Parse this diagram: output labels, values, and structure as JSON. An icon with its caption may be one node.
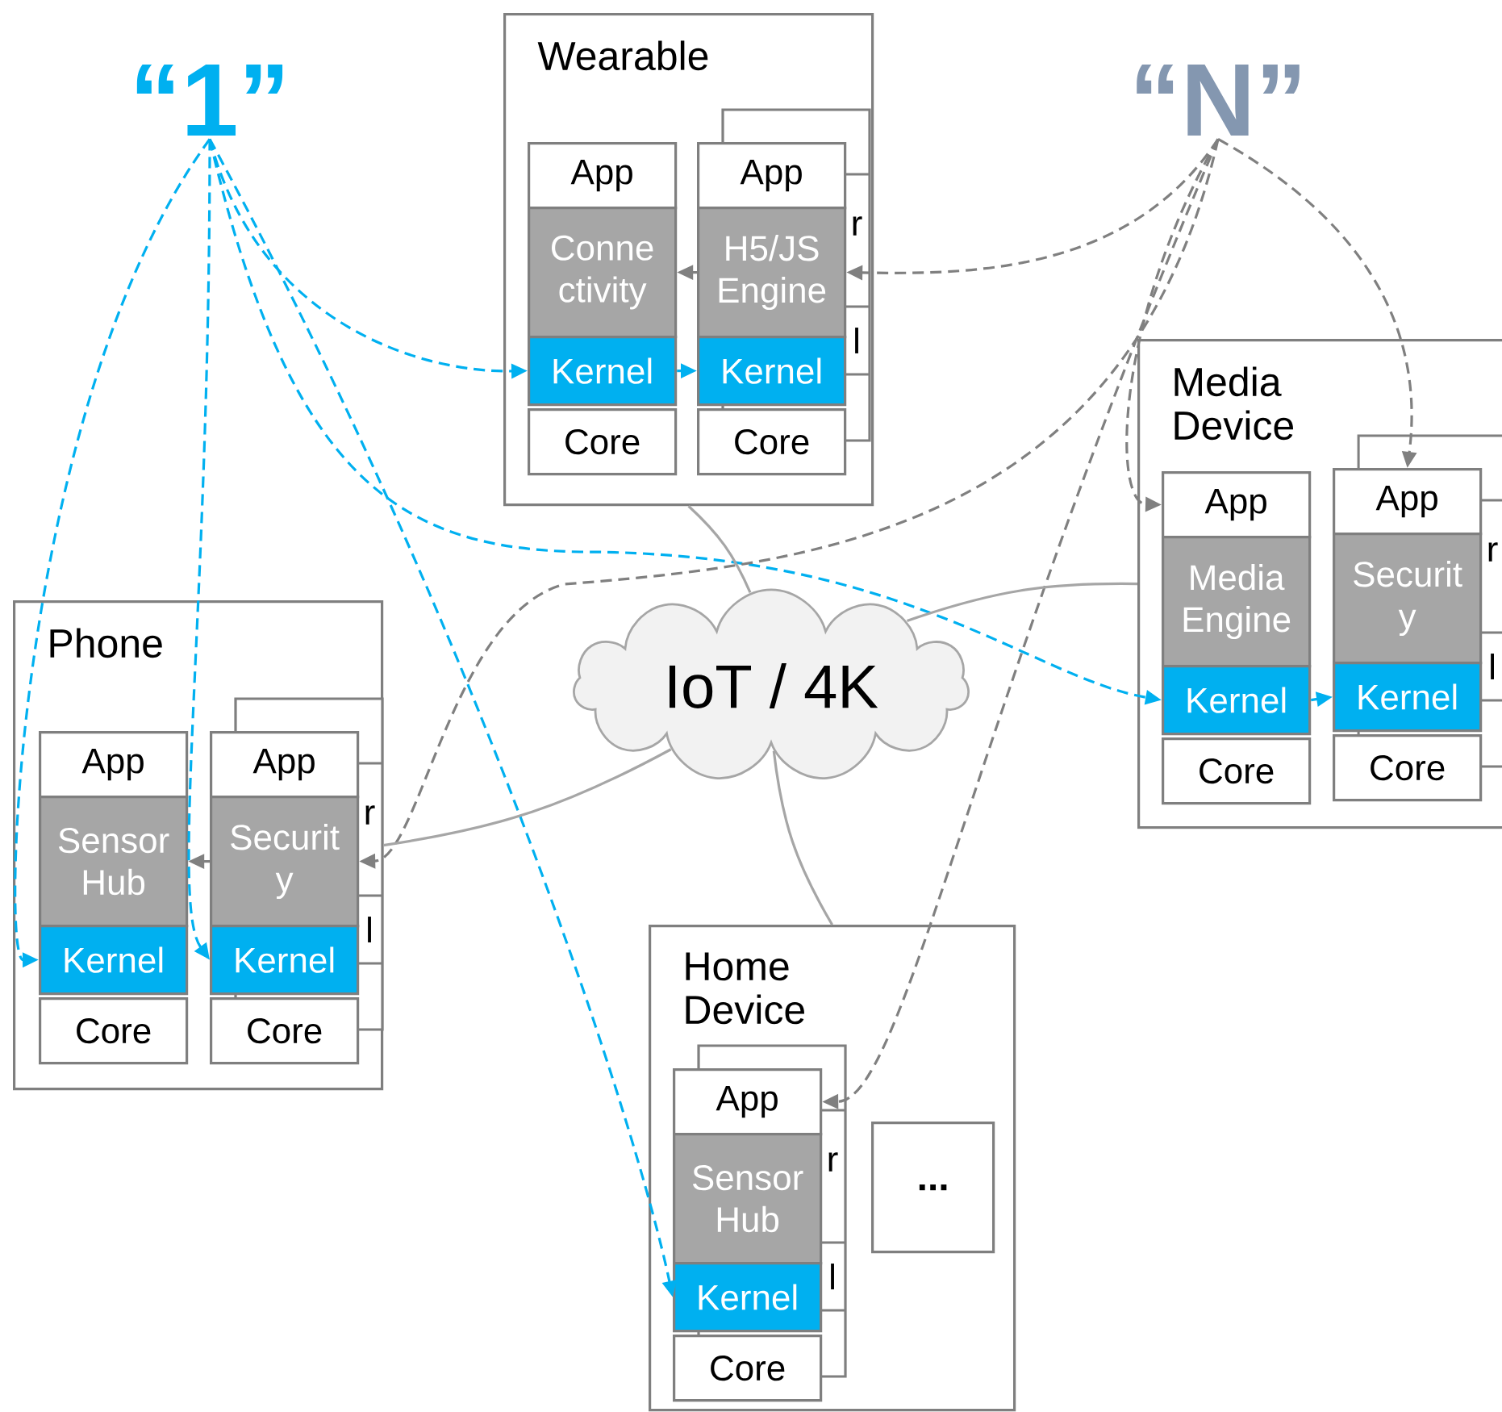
{
  "diagram": {
    "nodes": [
      {
        "text": [
          "“1”"
        ]
      },
      {
        "text": [
          "“N”"
        ]
      },
      {
        "text": [
          "Wearable"
        ]
      },
      {
        "text": [
          "App"
        ],
        "in": 2
      },
      {
        "text": [
          "Conne ctivity"
        ],
        "in": 2
      },
      {
        "text": [
          "Kernel"
        ],
        "in": 2
      },
      {
        "text": [
          "Core"
        ],
        "in": 2
      },
      {
        "text": [
          "App"
        ],
        "in": 2
      },
      {
        "text": [
          "H5/JS Engine"
        ],
        "in": 2
      },
      {
        "text": [
          "Kernel"
        ],
        "in": 2
      },
      {
        "text": [
          "Core"
        ],
        "in": 2
      },
      {
        "text": [
          "Media Device"
        ]
      },
      {
        "text": [
          "App"
        ],
        "in": 11
      },
      {
        "text": [
          "Media Engine"
        ],
        "in": 11
      },
      {
        "text": [
          "Kernel"
        ],
        "in": 11
      },
      {
        "text": [
          "Core"
        ],
        "in": 11
      },
      {
        "text": [
          "App"
        ],
        "in": 11
      },
      {
        "text": [
          "Securit y"
        ],
        "in": 11
      },
      {
        "text": [
          "Kernel"
        ],
        "in": 11
      },
      {
        "text": [
          "Core"
        ],
        "in": 11
      },
      {
        "text": [
          "IoT / 4K"
        ]
      },
      {
        "text": [
          "Phone"
        ]
      },
      {
        "text": [
          "App"
        ],
        "in": 21
      },
      {
        "text": [
          "Sensor Hub"
        ],
        "in": 21
      },
      {
        "text": [
          "Kernel"
        ],
        "in": 21
      },
      {
        "text": [
          "Core"
        ],
        "in": 21
      },
      {
        "text": [
          "App"
        ],
        "in": 21
      },
      {
        "text": [
          "Securit y"
        ],
        "in": 21
      },
      {
        "text": [
          "Kernel"
        ],
        "in": 21
      },
      {
        "text": [
          "Core"
        ],
        "in": 21
      },
      {
        "text": [
          "Home Device"
        ]
      },
      {
        "text": [
          "App"
        ],
        "in": 30
      },
      {
        "text": [
          "Sensor Hub"
        ],
        "in": 30
      },
      {
        "text": [
          "Kernel"
        ],
        "in": 30
      },
      {
        "text": [
          "Core"
        ],
        "in": 30
      },
      {
        "text": [
          "..."
        ],
        "in": 30
      }
    ],
    "edges": [
      {
        "from": 0,
        "to": 5,
        "arrow": "to",
        "style": "dashed",
        "color": "#00b0f0"
      },
      {
        "from": 0,
        "to": 14,
        "arrow": "to",
        "style": "dashed",
        "color": "#00b0f0"
      },
      {
        "from": 0,
        "to": 24,
        "arrow": "to",
        "style": "dashed",
        "color": "#00b0f0"
      },
      {
        "from": 0,
        "to": 28,
        "arrow": "to",
        "style": "dashed",
        "color": "#00b0f0"
      },
      {
        "from": 0,
        "to": 33,
        "arrow": "to",
        "style": "dashed",
        "color": "#00b0f0"
      },
      {
        "from": 5,
        "to": 9,
        "arrow": "to",
        "color": "#00b0f0"
      },
      {
        "from": 14,
        "to": 18,
        "arrow": "to",
        "color": "#00b0f0"
      },
      {
        "from": 1,
        "to": 8,
        "arrow": "to",
        "style": "dashed",
        "color": "#808080"
      },
      {
        "from": 8,
        "to": 4,
        "arrow": "to",
        "style": "dashed",
        "color": "#808080"
      },
      {
        "from": 1,
        "to": 12,
        "arrow": "to",
        "style": "dashed",
        "color": "#808080"
      },
      {
        "from": 1,
        "to": 16,
        "arrow": "to",
        "style": "dashed",
        "color": "#808080"
      },
      {
        "from": 1,
        "to": 27,
        "arrow": "to",
        "style": "dashed",
        "color": "#808080"
      },
      {
        "from": 27,
        "to": 23,
        "arrow": "to",
        "style": "dashed",
        "color": "#808080"
      },
      {
        "from": 1,
        "to": 31,
        "arrow": "to",
        "style": "dashed",
        "color": "#808080"
      },
      {
        "from": 20,
        "to": 2,
        "arrow": "none",
        "color": "#a6a6a6"
      },
      {
        "from": 20,
        "to": 11,
        "arrow": "none",
        "color": "#a6a6a6"
      },
      {
        "from": 20,
        "to": 21,
        "arrow": "none",
        "color": "#a6a6a6"
      },
      {
        "from": 20,
        "to": 30,
        "arrow": "none",
        "color": "#a6a6a6"
      }
    ],
    "labels": [
      "r",
      "l",
      "r",
      "l",
      "r",
      "l",
      "r",
      "l"
    ]
  }
}
